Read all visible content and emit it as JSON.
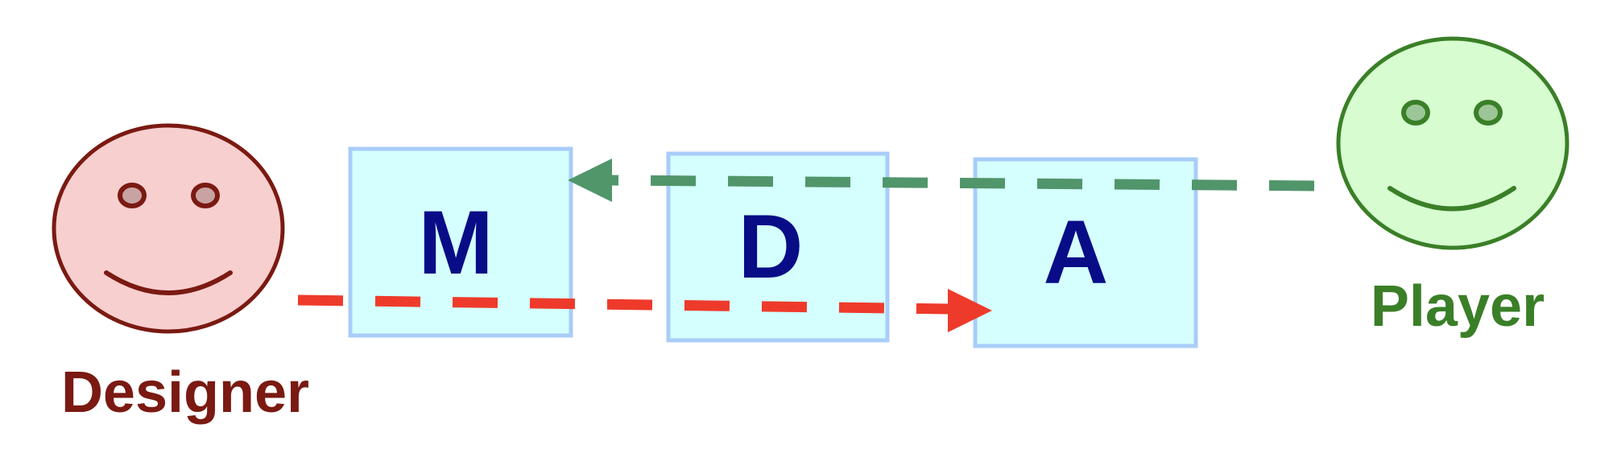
{
  "colors": {
    "designer_face_fill": "#f8cfcf",
    "designer_stroke": "#7a1a12",
    "designer_eye_fill": "#c9a3a3",
    "player_face_fill": "#d6fcd0",
    "player_stroke": "#3a7f27",
    "player_eye_fill": "#9cc598",
    "box_fill": "#d4fffe",
    "box_stroke": "#a8cdf8",
    "letter": "#080c86",
    "designer_arrow": "#ee3a2b",
    "player_arrow": "#51956b"
  },
  "boxes": [
    {
      "id": "m",
      "letter": "M"
    },
    {
      "id": "d",
      "letter": "D"
    },
    {
      "id": "a",
      "letter": "A"
    }
  ],
  "actors": {
    "designer": {
      "label": "Designer"
    },
    "player": {
      "label": "Player"
    }
  },
  "arrows": {
    "designer_flow": {
      "direction": "left-to-right",
      "style": "dashed"
    },
    "player_flow": {
      "direction": "right-to-left",
      "style": "dashed"
    }
  }
}
